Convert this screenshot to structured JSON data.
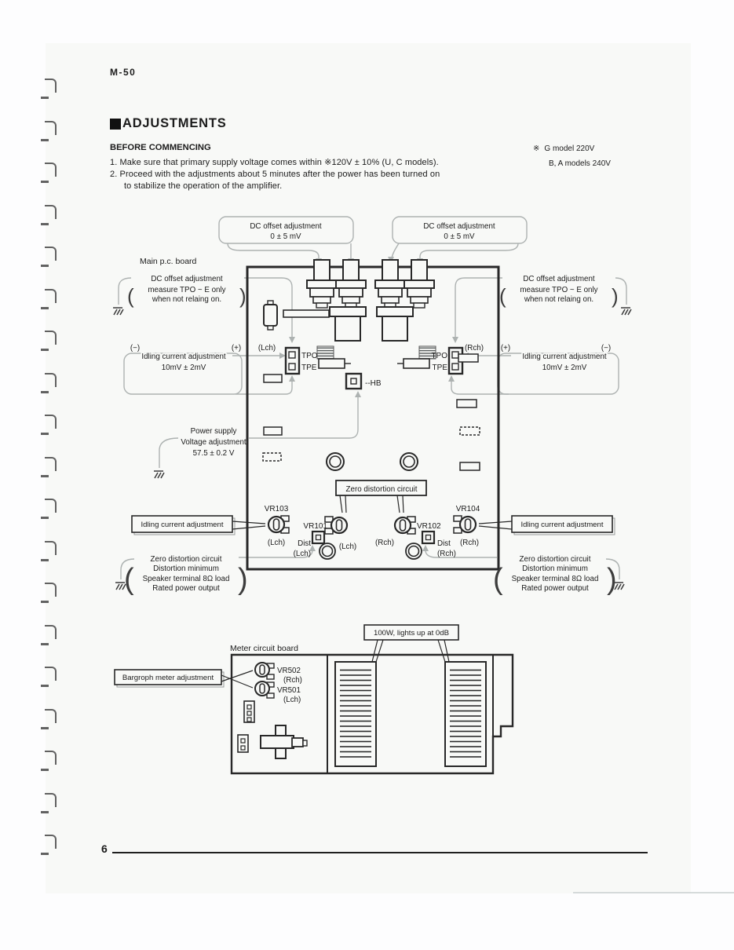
{
  "header": {
    "model": "M-50",
    "section_title": "ADJUSTMENTS",
    "subheading": "BEFORE COMMENCING",
    "item1": "1. Make sure that primary supply voltage comes within ※120V ± 10% (U, C models).",
    "item2_line1": "2. Proceed with the adjustments about 5 minutes after the power has been turned on",
    "item2_line2": "to stabilize the operation of the amplifier.",
    "note_symbol": "※",
    "note_line1": "G model 220V",
    "note_line2": "B, A models 240V"
  },
  "labels": {
    "main_board": "Main p.c. board",
    "dc_offset": "DC offset adjustment",
    "dc_value": "0 ± 5 mV",
    "measure_line1": "measure TPO ~ E only",
    "measure_line2": "when not relaing on.",
    "minus": "(−)",
    "plus": "(+)",
    "lch": "(Lch)",
    "rch": "(Rch)",
    "idling": "Idling current adjustment",
    "idling_value": "10mV ± 2mV",
    "tpo": "TPO",
    "tpe": "TPE",
    "hb": "--HB",
    "power_line1": "Power supply",
    "power_line2": "Voltage adjustment",
    "power_line3": "57.5 ± 0.2 V",
    "zero_box": "Zero distortion circuit",
    "zero_line1": "Zero distortion circuit",
    "zero_line2": "Distortion minimum",
    "zero_line3": "Speaker terminal 8Ω load",
    "zero_line4": "Rated power output",
    "vr101": "VR101",
    "vr102": "VR102",
    "vr103": "VR103",
    "vr104": "VR104",
    "dist": "Dist",
    "paren_open": "(",
    "paren_close": ")"
  },
  "meter": {
    "board_label": "Meter circuit board",
    "callout_power": "100W, lights up at 0dB",
    "callout_bargraph": "Bargroph meter adjustment",
    "vr502": "VR502",
    "vr502_channel": "(Rch)",
    "vr501": "VR501",
    "vr501_channel": "(Lch)"
  },
  "footer": {
    "page_number": "6"
  }
}
